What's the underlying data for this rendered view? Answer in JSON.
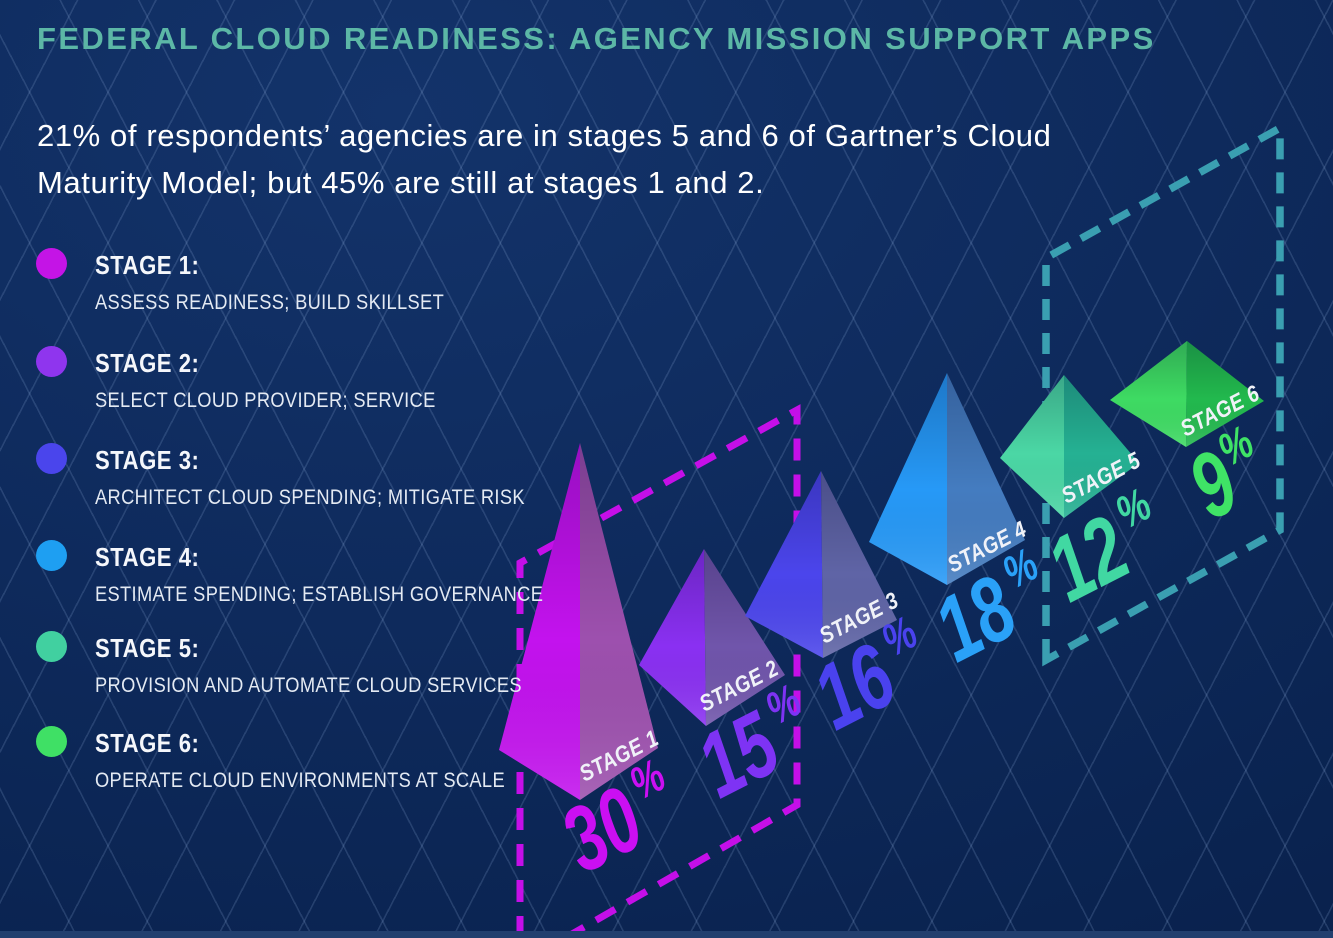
{
  "title": "FEDERAL CLOUD READINESS: AGENCY MISSION SUPPORT APPS",
  "subtitle_line1": "21% of respondents’ agencies are in stages 5 and 6 of Gartner’s Cloud",
  "subtitle_line2": "Maturity Model; but 45% are still at stages 1 and 2.",
  "colors": {
    "background": "#0d2957",
    "title": "#5cb7a6",
    "body_text": "#ffffff",
    "magenta_accent": "#c50fe8",
    "teal_accent": "#3a9fb1",
    "grid_line": "#3b5a8c",
    "bottom_strip": "#223f6e"
  },
  "legend": {
    "items": [
      {
        "label": "STAGE 1:",
        "description": "ASSESS READINESS; BUILD SKILLSET",
        "color": "#c414e6"
      },
      {
        "label": "STAGE 2:",
        "description": "SELECT CLOUD PROVIDER; SERVICE",
        "color": "#8f35ee"
      },
      {
        "label": "STAGE 3:",
        "description": "ARCHITECT CLOUD SPENDING; MITIGATE RISK",
        "color": "#4a45ec"
      },
      {
        "label": "STAGE 4:",
        "description": "ESTIMATE SPENDING; ESTABLISH GOVERNANCE",
        "color": "#1e9ff2"
      },
      {
        "label": "STAGE 5:",
        "description": "PROVISION AND AUTOMATE CLOUD SERVICES",
        "color": "#41d0a0"
      },
      {
        "label": "STAGE 6:",
        "description": "OPERATE CLOUD ENVIRONMENTS AT SCALE",
        "color": "#3fe065"
      }
    ]
  },
  "chart_data": {
    "type": "bar",
    "variant": "isometric-3d-pyramids",
    "title": "FEDERAL CLOUD READINESS: AGENCY MISSION SUPPORT APPS",
    "categories": [
      "STAGE 1",
      "STAGE 2",
      "STAGE 3",
      "STAGE 4",
      "STAGE 5",
      "STAGE 6"
    ],
    "values": [
      30,
      15,
      16,
      18,
      12,
      9
    ],
    "unit": "%",
    "annotations": {
      "stages_1_2_group_total": "45%",
      "stages_5_6_group_total": "21%",
      "stages_1_2_group_outline_color": "#c50fe8",
      "stages_5_6_group_outline_color": "#3a9fb1"
    },
    "stages": [
      {
        "label": "STAGE 1",
        "percent_number": "30",
        "percent_sign": "%",
        "value": 30,
        "description": "ASSESS READINESS; BUILD SKILLSET",
        "face_left": "#c312ee",
        "face_right": "#9d50ae",
        "percent_color": "#cb0ff2"
      },
      {
        "label": "STAGE 2",
        "percent_number": "15",
        "percent_sign": "%",
        "value": 15,
        "description": "SELECT CLOUD PROVIDER; SERVICE",
        "face_left": "#8a30f2",
        "face_right": "#7055ab",
        "percent_color": "#7e33f4"
      },
      {
        "label": "STAGE 3",
        "percent_number": "16",
        "percent_sign": "%",
        "value": 16,
        "description": "ARCHITECT CLOUD SPENDING; MITIGATE RISK",
        "face_left": "#4b45ec",
        "face_right": "#5f64a6",
        "percent_color": "#4a42ee"
      },
      {
        "label": "STAGE 4",
        "percent_number": "18",
        "percent_sign": "%",
        "value": 18,
        "description": "ESTIMATE SPENDING; ESTABLISH GOVERNANCE",
        "face_left": "#2699f7",
        "face_right": "#447cc0",
        "percent_color": "#2aa1f8"
      },
      {
        "label": "STAGE 5",
        "percent_number": "12",
        "percent_sign": "%",
        "value": 12,
        "description": "PROVISION AND AUTOMATE CLOUD SERVICES",
        "face_left": "#4bd7a5",
        "face_right": "#25b193",
        "percent_color": "#41d8a2"
      },
      {
        "label": "STAGE 6",
        "percent_number": "9",
        "percent_sign": "%",
        "value": 9,
        "description": "OPERATE CLOUD ENVIRONMENTS AT SCALE",
        "face_left": "#3edb63",
        "face_right": "#22b94e",
        "percent_color": "#3fe366"
      }
    ]
  }
}
